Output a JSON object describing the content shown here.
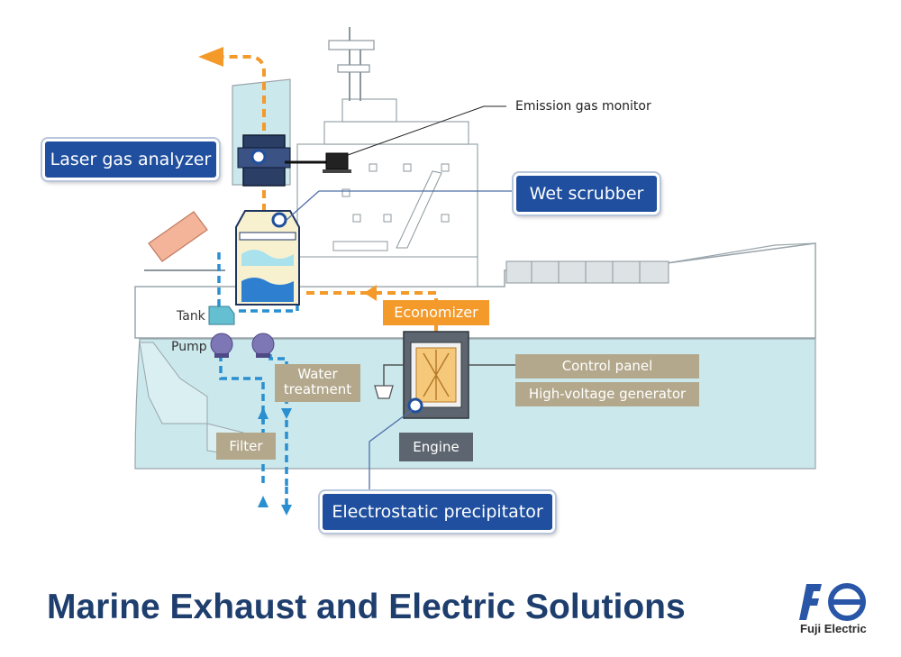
{
  "callouts": {
    "laser_gas_analyzer": "Laser gas analyzer",
    "wet_scrubber": "Wet scrubber",
    "electrostatic_precipitator": "Electrostatic precipitator"
  },
  "labels": {
    "emission_gas_monitor": "Emission gas monitor",
    "tank": "Tank",
    "pump": "Pump",
    "water_treatment_line1": "Water",
    "water_treatment_line2": "treatment",
    "filter": "Filter",
    "economizer": "Economizer",
    "control_panel": "Control panel",
    "high_voltage_generator": "High-voltage generator",
    "engine": "Engine"
  },
  "title": "Marine Exhaust and Electric Solutions",
  "brand": {
    "name": "Fuji Electric"
  },
  "colors": {
    "navy": "#1f4f9e",
    "orange_flow": "#f39a2b",
    "water_flow": "#2a8fd0",
    "hull_light": "#cbe8ec",
    "tan": "#b3a88c",
    "engine_gray": "#5d6670",
    "title": "#1e3e6e",
    "logo": "#2a56a8"
  },
  "icons": [
    "exhaust-arrow-icon",
    "pump-icon",
    "tank-icon",
    "laser-analyzer-icon",
    "monitor-icon",
    "scrubber-icon",
    "precipitator-icon",
    "fuji-electric-logo-icon"
  ]
}
